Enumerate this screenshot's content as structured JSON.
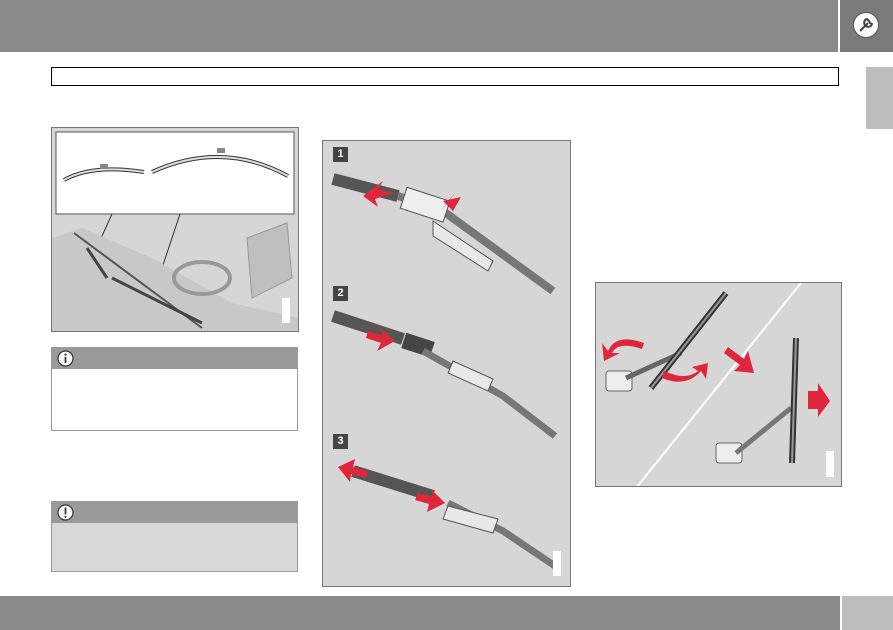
{
  "steps": [
    "1",
    "2",
    "3"
  ],
  "icons": {
    "chapter": "wrench-icon",
    "note": "info-icon",
    "warning": "important-icon"
  },
  "colors": {
    "bar": "#8a8a8a",
    "tab": "#bdbdbd",
    "arrow": "#e0263c",
    "figure_bg": "#d6d6d6"
  }
}
